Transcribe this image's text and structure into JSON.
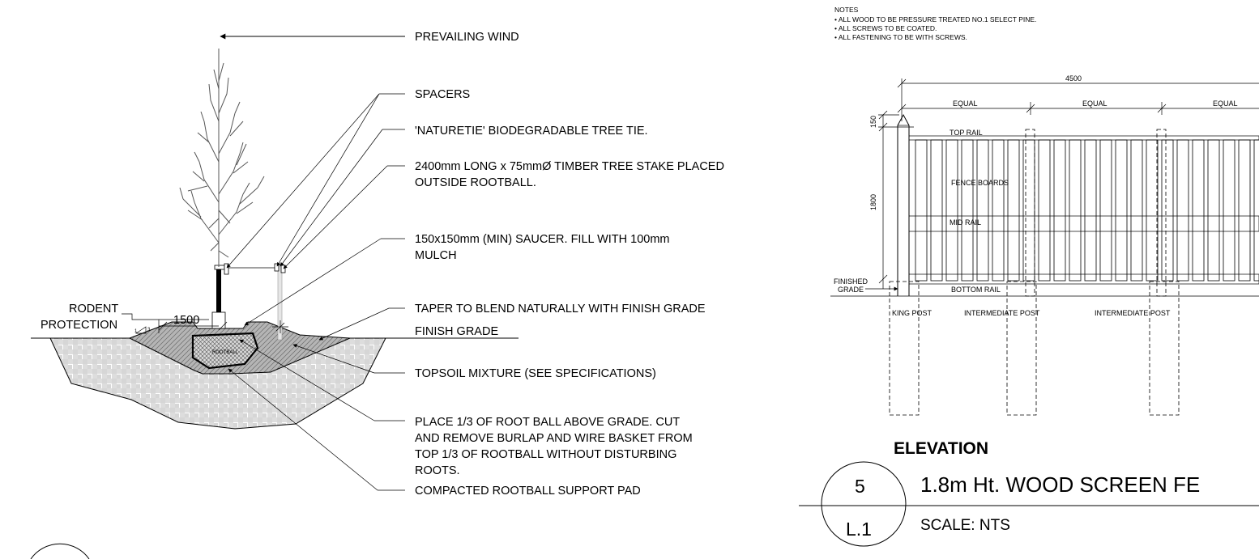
{
  "tree_detail": {
    "callouts": {
      "prevailing_wind": "PREVAILING WIND",
      "spacers": "SPACERS",
      "tree_tie": "'NATURETIE' BIODEGRADABLE TREE TIE.",
      "stake_1": "2400mm LONG x 75mmØ TIMBER TREE STAKE PLACED",
      "stake_2": "OUTSIDE ROOTBALL.",
      "saucer_1": "150x150mm (MIN) SAUCER. FILL WITH 100mm",
      "saucer_2": "MULCH",
      "taper": "TAPER TO BLEND NATURALLY WITH FINISH GRADE",
      "finish_grade": "FINISH GRADE",
      "topsoil": "TOPSOIL MIXTURE (SEE SPECIFICATIONS)",
      "place_1": "PLACE 1/3 OF ROOT BALL ABOVE GRADE. CUT",
      "place_2": "AND REMOVE BURLAP AND WIRE BASKET FROM",
      "place_3": "TOP 1/3 OF ROOTBALL WITHOUT DISTURBING",
      "place_4": "ROOTS.",
      "pad": "COMPACTED ROOTBALL SUPPORT PAD",
      "rodent_1": "RODENT",
      "rodent_2": "PROTECTION",
      "dim_1500": "1500",
      "rootball": "ROOTBALL",
      "slope_3": "3",
      "slope_1": "1"
    }
  },
  "fence_detail": {
    "notes_title": "NOTES",
    "notes": [
      "• ALL WOOD TO BE PRESSURE TREATED NO.1 SELECT PINE.",
      "• ALL SCREWS TO BE COATED.",
      "• ALL FASTENING TO BE WITH SCREWS."
    ],
    "dims": {
      "overall": "4500",
      "equal": "EQUAL",
      "top": "150",
      "height": "1800"
    },
    "labels": {
      "top_rail": "TOP RAIL",
      "fence_boards": "FENCE BOARDS",
      "mid_rail": "MID RAIL",
      "bottom_rail": "BOTTOM RAIL",
      "finished_1": "FINISHED",
      "finished_2": "GRADE",
      "king_post": "KING POST",
      "intermediate_post": "INTERMEDIATE POST"
    },
    "elevation_title": "ELEVATION",
    "title_block": {
      "number": "5",
      "sheet": "L.1",
      "title": "1.8m Ht. WOOD SCREEN FE",
      "scale": "SCALE: NTS"
    }
  },
  "colors": {
    "ink": "#000000",
    "hatch_fill": "#bdbdbd",
    "stake_fill": "#e6e6e6"
  }
}
